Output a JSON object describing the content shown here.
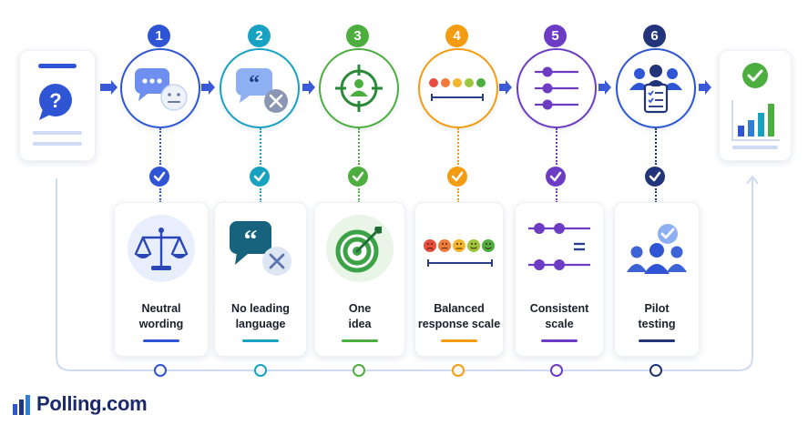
{
  "steps": [
    {
      "number": "1",
      "label_line1": "Neutral",
      "label_line2": "wording",
      "color": "#2f55d4"
    },
    {
      "number": "2",
      "label_line1": "No leading",
      "label_line2": "language",
      "color": "#17a2c2"
    },
    {
      "number": "3",
      "label_line1": "One",
      "label_line2": "idea",
      "color": "#4cae3f"
    },
    {
      "number": "4",
      "label_line1": "Balanced",
      "label_line2": "response scale",
      "color": "#f39c12"
    },
    {
      "number": "5",
      "label_line1": "Consistent",
      "label_line2": "scale",
      "color": "#6d3cc4"
    },
    {
      "number": "6",
      "label_line1": "Pilot",
      "label_line2": "testing",
      "color": "#23357a"
    }
  ],
  "brand": {
    "name": "Polling.com"
  },
  "colors": {
    "blue": "#2f55d4",
    "light_line": "#cdd8f0",
    "arrow": "#3a5ad8"
  }
}
